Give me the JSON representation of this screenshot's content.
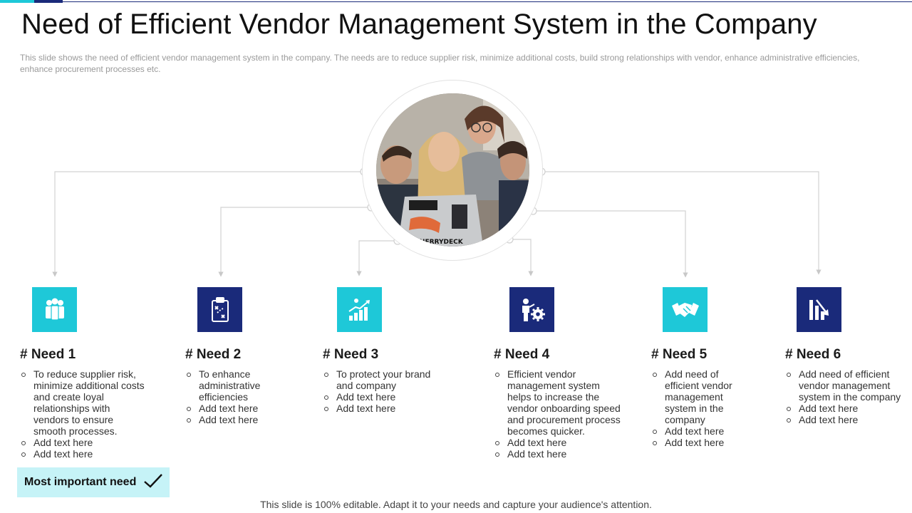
{
  "slide": {
    "title": "Need of Efficient Vendor Management System in the Company",
    "subtitle": "This slide shows the need of efficient vendor management system in the company. The needs are to reduce supplier risk, minimize additional costs, build strong relationships with vendor, enhance administrative efficiencies, enhance procurement processes etc.",
    "footer": "This slide is 100% editable. Adapt it to your needs and capture your audience's attention.",
    "photo_text": "CHERRYDECK"
  },
  "colors": {
    "cyan": "#1ec8d8",
    "navy": "#1a2a7a",
    "badge_bg": "#c6f3f7",
    "connector": "#cfcfcf"
  },
  "needs": [
    {
      "title": "# Need 1",
      "icon": "team-icon",
      "color": "cyan",
      "items": [
        "To reduce supplier risk, minimize additional costs and create loyal relationships with vendors to ensure smooth processes.",
        "Add text here",
        "Add text here"
      ]
    },
    {
      "title": "# Need 2",
      "icon": "clipboard-strategy-icon",
      "color": "navy",
      "items": [
        "To enhance administrative efficiencies",
        "Add text here",
        "Add text here"
      ]
    },
    {
      "title": "# Need 3",
      "icon": "growth-chart-icon",
      "color": "cyan",
      "items": [
        "To protect your brand and company",
        "Add text here",
        "Add text here"
      ]
    },
    {
      "title": "# Need 4",
      "icon": "person-gear-icon",
      "color": "navy",
      "items": [
        "Efficient vendor management system helps to increase the vendor onboarding speed and procurement process becomes quicker.",
        "Add text here",
        "Add text here"
      ]
    },
    {
      "title": "# Need 5",
      "icon": "handshake-icon",
      "color": "cyan",
      "items": [
        "Add need of efficient vendor management system in the company",
        "Add text here",
        "Add text here"
      ]
    },
    {
      "title": "# Need 6",
      "icon": "declining-chart-icon",
      "color": "navy",
      "items": [
        "Add need of efficient vendor management system in the company",
        "Add text here",
        "Add text here"
      ]
    }
  ],
  "badge": {
    "label": "Most important need",
    "icon": "checkmark-icon"
  }
}
